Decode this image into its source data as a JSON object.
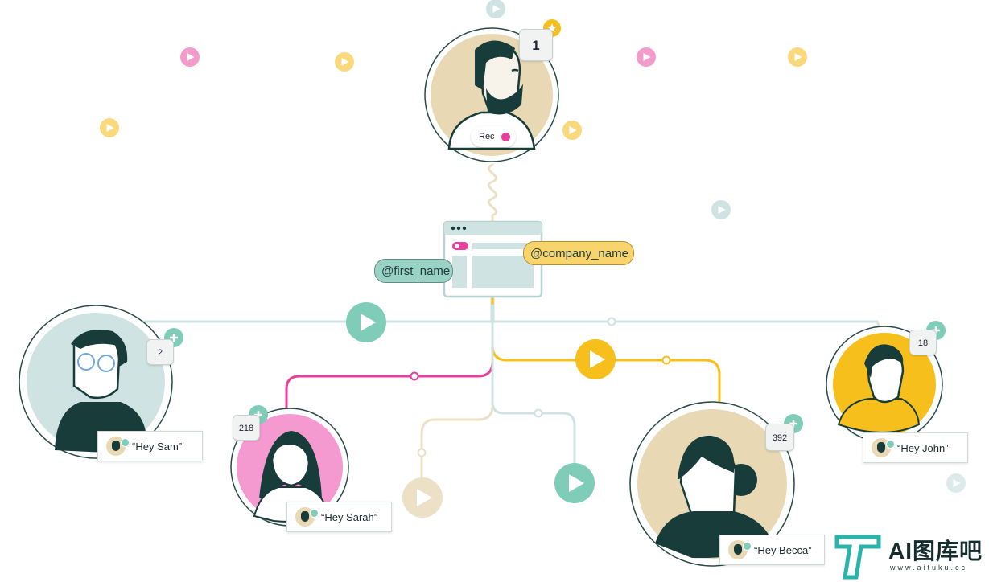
{
  "merge_tags": {
    "first_name": "@first_name",
    "company_name": "@company_name"
  },
  "host": {
    "count": "1",
    "rec_label": "Rec",
    "star_icon": "star-icon"
  },
  "recipients": [
    {
      "id": "sam",
      "count": "2",
      "greeting": "“Hey Sam”"
    },
    {
      "id": "sarah",
      "count": "218",
      "greeting": "“Hey Sarah”"
    },
    {
      "id": "becca",
      "count": "392",
      "greeting": "“Hey Becca”"
    },
    {
      "id": "john",
      "count": "18",
      "greeting": "“Hey John”"
    }
  ],
  "watermark": {
    "brand": "AI图库吧",
    "site": "www.aituku.cc"
  },
  "colors": {
    "teal": "#7fcdb8",
    "teal_light": "#cfe4e2",
    "yellow": "#f7bf1b",
    "pink": "#e83e9c",
    "beige": "#e8d9b4",
    "dark": "#173c3a"
  }
}
